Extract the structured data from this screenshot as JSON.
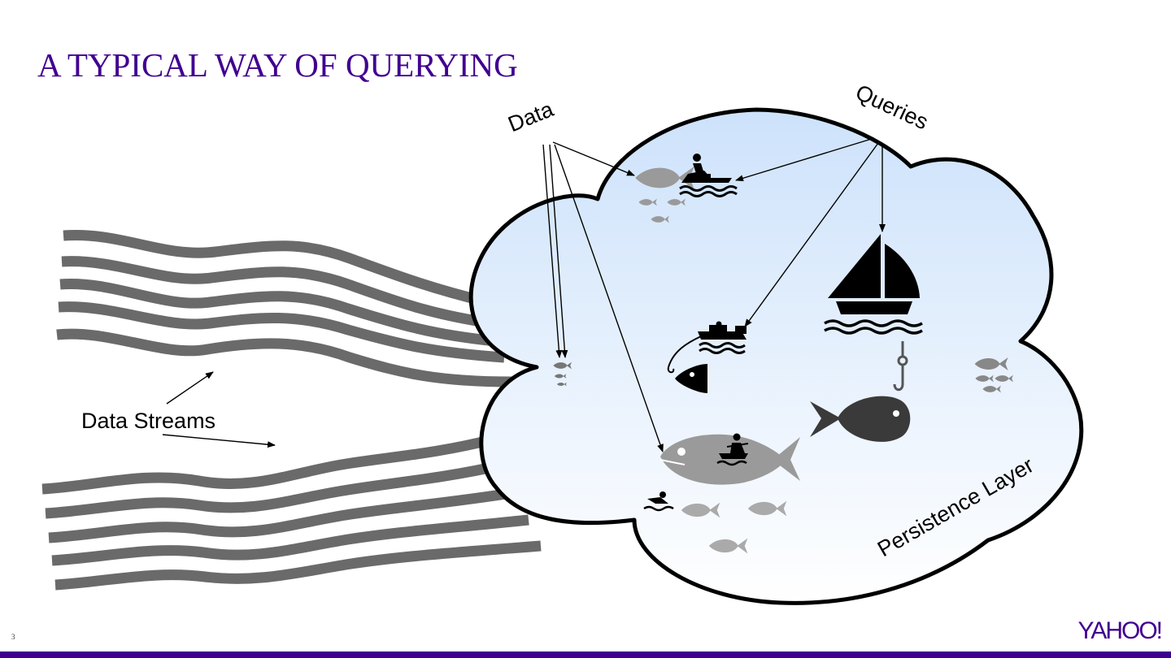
{
  "slide": {
    "title": "A TYPICAL WAY OF QUERYING",
    "page_number": "3",
    "logo": "YAHOO!"
  },
  "diagram": {
    "labels": {
      "data": "Data",
      "queries": "Queries",
      "data_streams": "Data Streams",
      "persistence_layer": "Persistence Layer"
    },
    "icons": [
      "fish-icon",
      "jet-ski-icon",
      "sailboat-icon",
      "motorboat-icon",
      "rowboat-icon",
      "swimmer-icon",
      "fishing-hook-icon"
    ],
    "colors": {
      "title": "#400090",
      "stream": "#6a6a6a",
      "cloud_fill_top": "#cfe3fb",
      "cloud_fill_bottom": "#ffffff",
      "fish_light": "#9a9a9a",
      "fish_dark": "#3a3a3a"
    }
  }
}
